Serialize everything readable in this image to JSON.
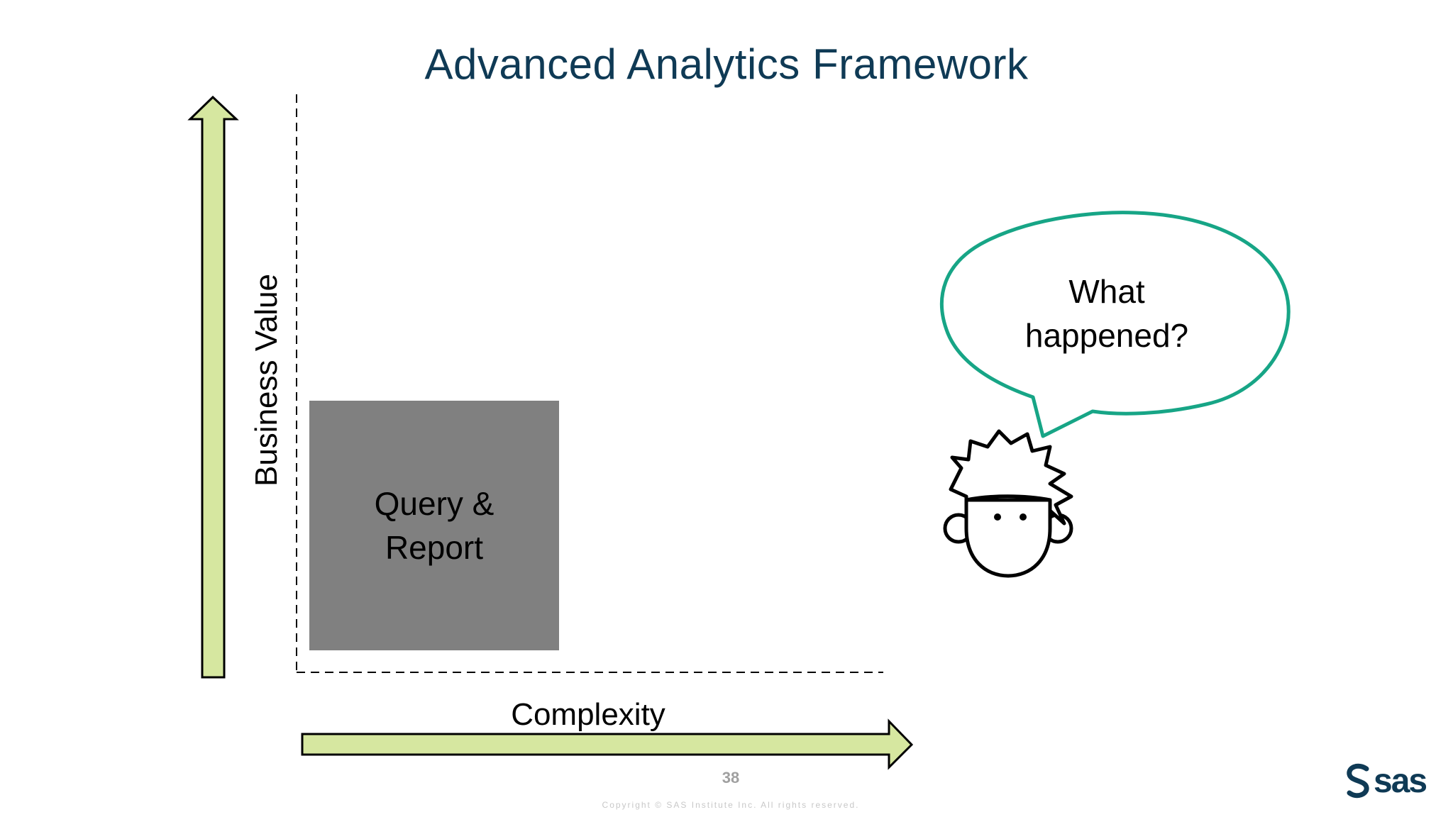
{
  "slide": {
    "title": "Advanced Analytics Framework",
    "y_axis_label": "Business Value",
    "x_axis_label": "Complexity",
    "box_line1": "Query &",
    "box_line2": "Report",
    "bubble_line1": "What",
    "bubble_line2": "happened?",
    "page_number": "38",
    "copyright": "Copyright © SAS Institute Inc. All rights reserved.",
    "logo_text": "sas"
  },
  "colors": {
    "title": "#0f3a55",
    "arrow_fill": "#d6e7a0",
    "box_fill": "#808080",
    "bubble_stroke": "#17a586"
  },
  "icons": [
    "up-arrow",
    "right-arrow",
    "speech-bubble",
    "person-icon",
    "sas-logo-icon"
  ]
}
